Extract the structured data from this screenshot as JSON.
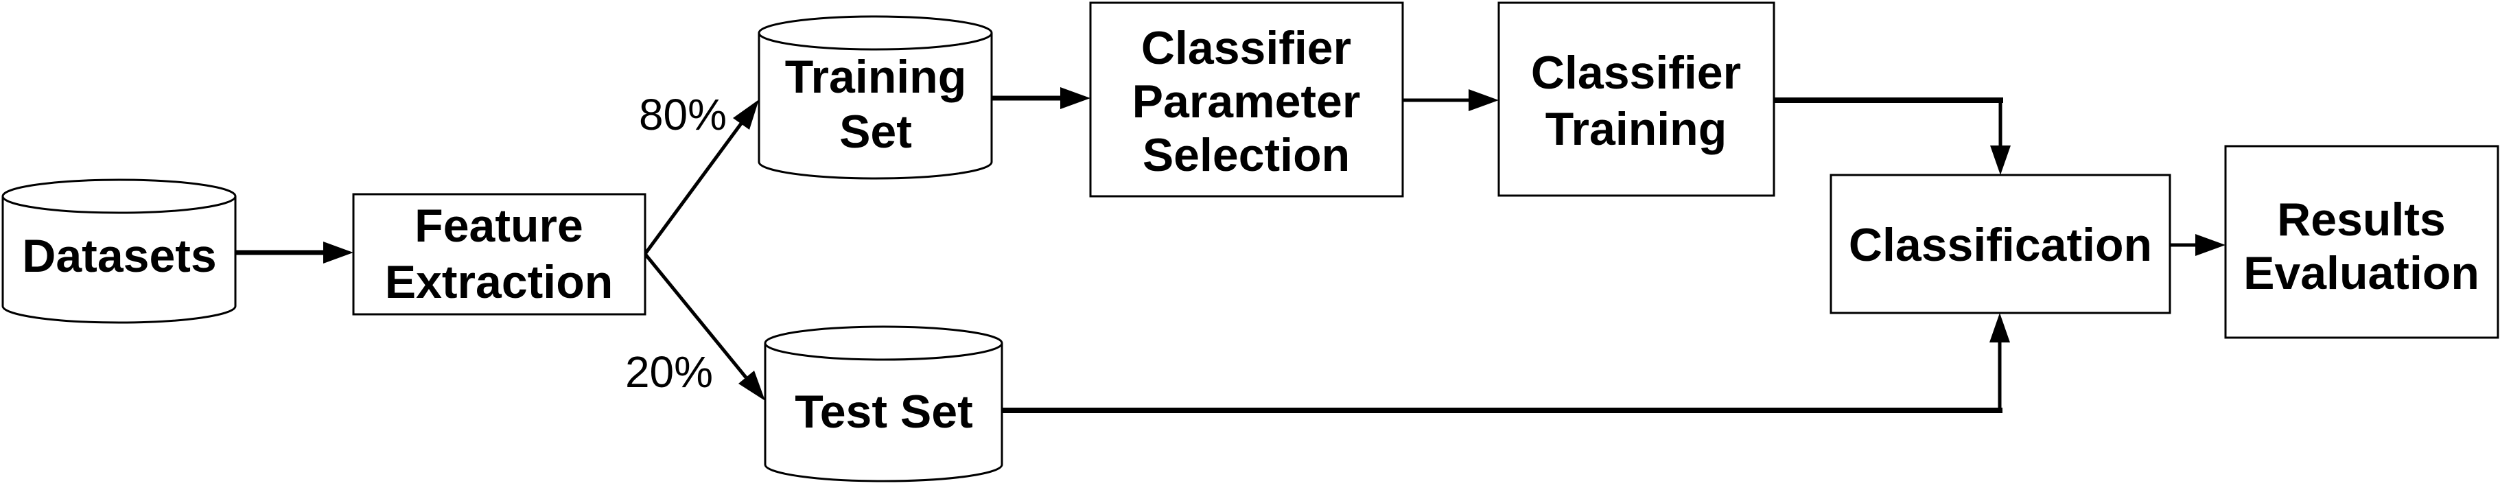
{
  "diagram": {
    "description": "Machine learning classification pipeline flowchart",
    "colors": {
      "background": "#ffffff",
      "stroke": "#000000",
      "text": "#000000"
    },
    "nodes": {
      "datasets": {
        "shape": "cylinder",
        "lines": [
          "Datasets"
        ]
      },
      "feature_extraction": {
        "shape": "rect",
        "lines": [
          "Feature",
          "Extraction"
        ]
      },
      "training_set": {
        "shape": "cylinder",
        "lines": [
          "Training",
          "Set"
        ]
      },
      "test_set": {
        "shape": "cylinder",
        "lines": [
          "Test Set"
        ]
      },
      "classifier_parameter_selection": {
        "shape": "rect",
        "lines": [
          "Classifier",
          "Parameter",
          "Selection"
        ]
      },
      "classifier_training": {
        "shape": "rect",
        "lines": [
          "Classifier",
          "Training"
        ]
      },
      "classification": {
        "shape": "rect",
        "lines": [
          "Classification"
        ]
      },
      "results_evaluation": {
        "shape": "rect",
        "lines": [
          "Results",
          "Evaluation"
        ]
      }
    },
    "edge_labels": {
      "train_split": "80%",
      "test_split": "20%"
    }
  }
}
